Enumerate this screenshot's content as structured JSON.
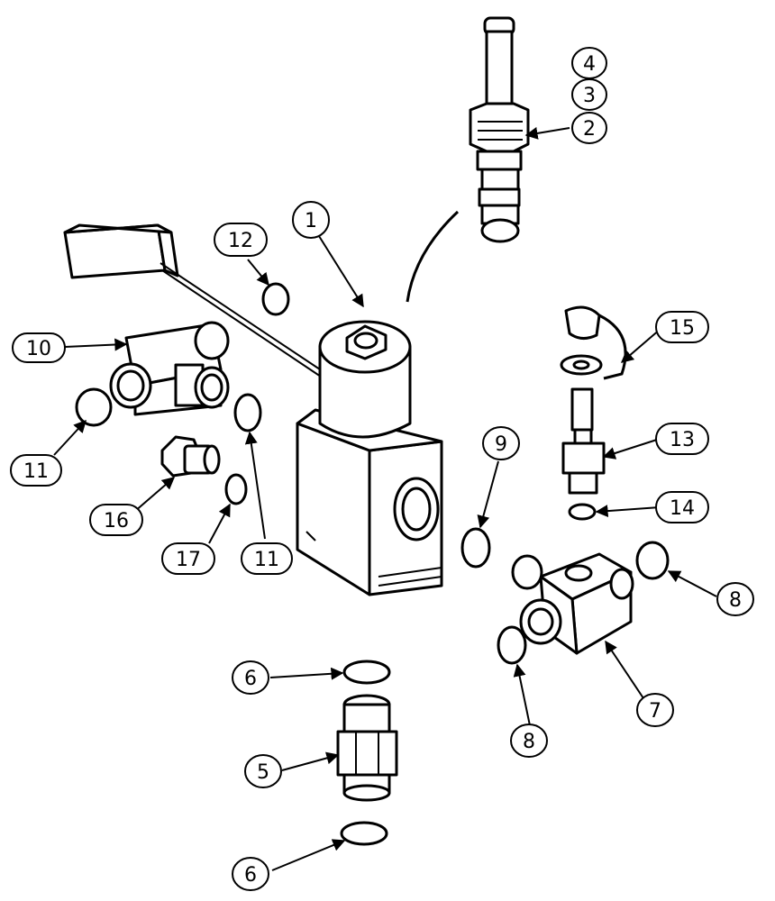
{
  "callouts": [
    {
      "id": "1",
      "label": "1"
    },
    {
      "id": "2",
      "label": "2"
    },
    {
      "id": "3",
      "label": "3"
    },
    {
      "id": "4",
      "label": "4"
    },
    {
      "id": "5",
      "label": "5"
    },
    {
      "id": "6a",
      "label": "6"
    },
    {
      "id": "6b",
      "label": "6"
    },
    {
      "id": "7",
      "label": "7"
    },
    {
      "id": "8a",
      "label": "8"
    },
    {
      "id": "8b",
      "label": "8"
    },
    {
      "id": "9",
      "label": "9"
    },
    {
      "id": "10",
      "label": "10"
    },
    {
      "id": "11a",
      "label": "11"
    },
    {
      "id": "11b",
      "label": "11"
    },
    {
      "id": "12",
      "label": "12"
    },
    {
      "id": "13",
      "label": "13"
    },
    {
      "id": "14",
      "label": "14"
    },
    {
      "id": "15",
      "label": "15"
    },
    {
      "id": "16",
      "label": "16"
    },
    {
      "id": "17",
      "label": "17"
    }
  ]
}
